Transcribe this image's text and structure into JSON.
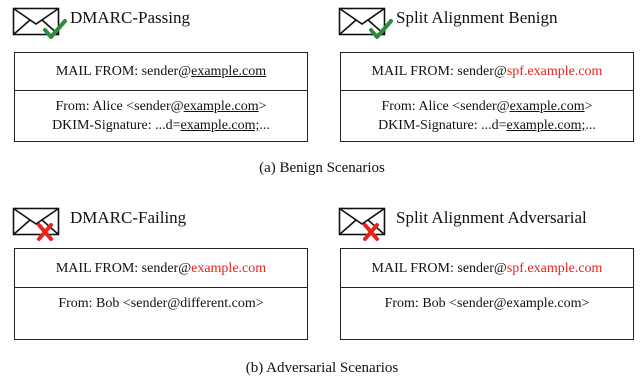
{
  "colors": {
    "pass": "#2e8b3e",
    "fail": "#e8231b",
    "accent_text": "#e8231b"
  },
  "benign": {
    "caption": "(a)  Benign Scenarios",
    "panels": [
      {
        "title": "DMARC-Passing",
        "status_icon": "check-icon",
        "mail_from": {
          "prefix": "MAIL FROM: sender@",
          "domain": "example.com"
        },
        "from": {
          "prefix": "From: Alice <sender@",
          "domain": "example.com",
          "suffix": ">"
        },
        "dkim": {
          "prefix": "DKIM-Signature: ...d=",
          "domain": "example.com;",
          "suffix": "..."
        }
      },
      {
        "title": "Split Alignment Benign",
        "status_icon": "check-icon",
        "mail_from": {
          "prefix": "MAIL FROM: sender@",
          "domain": "spf.example.com"
        },
        "from": {
          "prefix": "From: Alice <sender@",
          "domain": "example.com",
          "suffix": ">"
        },
        "dkim": {
          "prefix": "DKIM-Signature: ...d=",
          "domain": "example.com;",
          "suffix": "..."
        }
      }
    ]
  },
  "adversarial": {
    "caption": "(b)  Adversarial Scenarios",
    "panels": [
      {
        "title": "DMARC-Failing",
        "status_icon": "cross-icon",
        "mail_from": {
          "prefix": "MAIL FROM: sender@",
          "domain": "example.com"
        },
        "from": {
          "text": "From: Bob <sender@different.com>"
        }
      },
      {
        "title": "Split Alignment Adversarial",
        "status_icon": "cross-icon",
        "mail_from": {
          "prefix": "MAIL FROM: sender@",
          "domain": "spf.example.com"
        },
        "from": {
          "text": "From: Bob <sender@example.com>"
        }
      }
    ]
  }
}
